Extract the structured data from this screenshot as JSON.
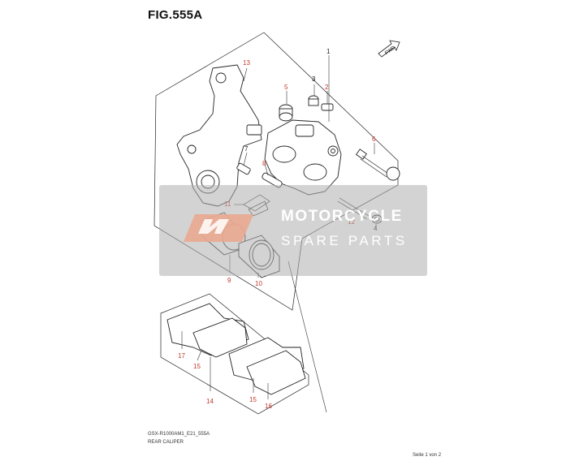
{
  "figure": {
    "title": "FIG.555A",
    "footer_code": "GSX-R1000AM1_E21_555A",
    "footer_name": "REAR CALIPER",
    "page_label": "Seite 1 von 2",
    "fwd_label": "FWD"
  },
  "callouts": [
    {
      "id": "1",
      "color": "dark"
    },
    {
      "id": "2",
      "color": "red"
    },
    {
      "id": "3",
      "color": "dark"
    },
    {
      "id": "4",
      "color": "dark"
    },
    {
      "id": "5",
      "color": "red"
    },
    {
      "id": "6",
      "color": "red"
    },
    {
      "id": "7",
      "color": "dark"
    },
    {
      "id": "8",
      "color": "red"
    },
    {
      "id": "9",
      "color": "red"
    },
    {
      "id": "10",
      "color": "red"
    },
    {
      "id": "11",
      "color": "red"
    },
    {
      "id": "12",
      "color": "red"
    },
    {
      "id": "13",
      "color": "red"
    },
    {
      "id": "14",
      "color": "red"
    },
    {
      "id": "15",
      "color": "red"
    },
    {
      "id": "15",
      "color": "red"
    },
    {
      "id": "16",
      "color": "red"
    },
    {
      "id": "17",
      "color": "red"
    }
  ],
  "watermark": {
    "line1": "MOTORCYCLE",
    "line2": "SPARE PARTS",
    "logo_color": "#e9a98f"
  },
  "colors": {
    "callout_red": "#c0392b",
    "line": "#222222"
  }
}
